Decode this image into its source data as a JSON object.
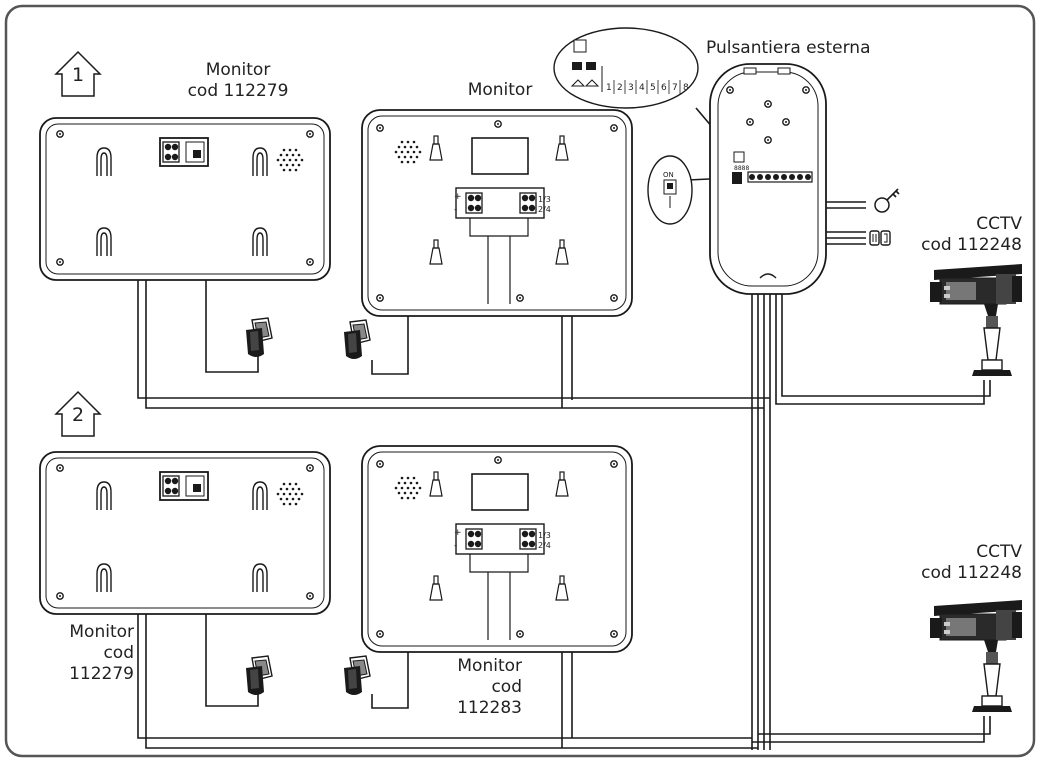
{
  "colors": {
    "line": "#1a1a1a",
    "frame": "#555555",
    "background": "#ffffff"
  },
  "house_labels": [
    "1",
    "2"
  ],
  "labels": {
    "monitor_a_line1": "Monitor",
    "monitor_a_line2": "cod 112279",
    "monitor_b": "Monitor",
    "outdoor_panel": "Pulsantiera esterna",
    "cctv_a_line1": "CCTV",
    "cctv_a_line2": "cod 112248",
    "cctv_b_line1": "CCTV",
    "cctv_b_line2": "cod 112248",
    "monitor_c_line1": "Monitor",
    "monitor_c_line2": "cod",
    "monitor_c_line3": "112279",
    "monitor_d_line1": "Monitor",
    "monitor_d_line2": "cod",
    "monitor_d_line3": "112283"
  },
  "terminal_labels": {
    "plus": "+",
    "minus": "-",
    "t13": "1/3",
    "t24": "2/4",
    "on": "ON"
  },
  "callout_numbers": [
    "1",
    "2",
    "3",
    "4",
    "5",
    "6",
    "7",
    "8"
  ],
  "icons": [
    "house-icon",
    "key-icon",
    "button-icon",
    "power-adapter-icon",
    "cctv-camera-icon",
    "dip-switch-icon",
    "speaker-grille-icon"
  ]
}
